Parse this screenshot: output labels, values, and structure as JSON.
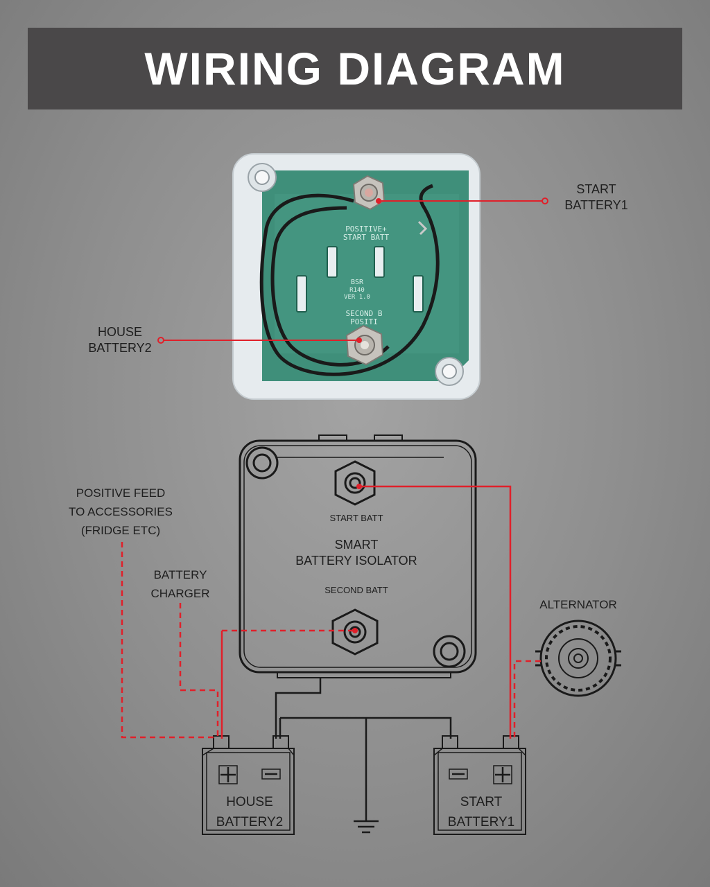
{
  "title": "WIRING DIAGRAM",
  "photo_labels": {
    "start_battery": [
      "START",
      "BATTERY1"
    ],
    "house_battery": [
      "HOUSE",
      "BATTERY2"
    ],
    "pcb_text": [
      "POSITIVE+",
      "START BATT",
      "BSR",
      "R140",
      "VER 1.0",
      "SECOND B",
      "POSITI"
    ]
  },
  "diagram_labels": {
    "positive_feed": [
      "POSITIVE FEED",
      "TO ACCESSORIES",
      "(FRIDGE ETC)"
    ],
    "battery_charger": [
      "BATTERY",
      "CHARGER"
    ],
    "alternator": "ALTERNATOR",
    "isolator_start_terminal": "START BATT",
    "isolator_name": [
      "SMART",
      "BATTERY ISOLATOR"
    ],
    "isolator_second_terminal": "SECOND BATT",
    "house_battery": [
      "HOUSE",
      "BATTERY2"
    ],
    "start_battery": [
      "START",
      "BATTERY1"
    ]
  },
  "colors": {
    "banner": "#4a4849",
    "callout_red": "#e0202a",
    "wire_black": "#1a1a1a",
    "pcb_green": "#3f8f7a"
  },
  "icons": [
    "plus-icon",
    "minus-icon",
    "ground-symbol-icon",
    "alternator-icon"
  ]
}
